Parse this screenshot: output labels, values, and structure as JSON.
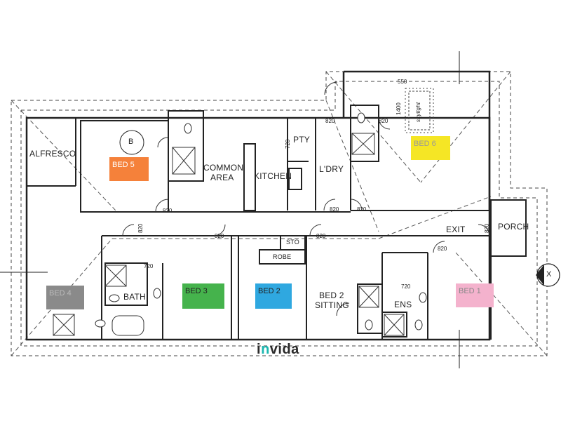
{
  "rooms": {
    "alfresco": "ALFRESCO",
    "common_area_line1": "COMMON",
    "common_area_line2": "AREA",
    "kitchen": "KITCHEN",
    "pty": "PTY",
    "ldry": "L'DRY",
    "robe": "ROBE",
    "sto": "STO",
    "bath": "BATH",
    "bed2_sitting_line1": "BED 2",
    "bed2_sitting_line2": "SITTING",
    "ens": "ENS",
    "exit": "EXIT",
    "porch": "PORCH",
    "b": "B",
    "skylight": "skylight",
    "x_marker": "X"
  },
  "bedrooms": [
    {
      "label": "BED 5",
      "color": "#f5813a"
    },
    {
      "label": "BED 6",
      "color": "#f5e625"
    },
    {
      "label": "BED 4",
      "color": "#8a8a8a"
    },
    {
      "label": "BED 3",
      "color": "#45b34c"
    },
    {
      "label": "BED 2",
      "color": "#2fa8e0"
    },
    {
      "label": "BED 1",
      "color": "#f4b2cd"
    }
  ],
  "dimensions": {
    "d820_a": "820",
    "d820_b": "820",
    "d820_c": "820",
    "d820_d": "820",
    "d820_e": "820",
    "d820_f": "820",
    "d820_g": "820",
    "d820_h": "820",
    "d820_i": "820",
    "d720_a": "720",
    "d720_b": "720",
    "d720_c": "720",
    "d550": "550",
    "d1400": "1400"
  },
  "brand": {
    "prefix": "i",
    "accent": "n",
    "suffix": "vida"
  }
}
